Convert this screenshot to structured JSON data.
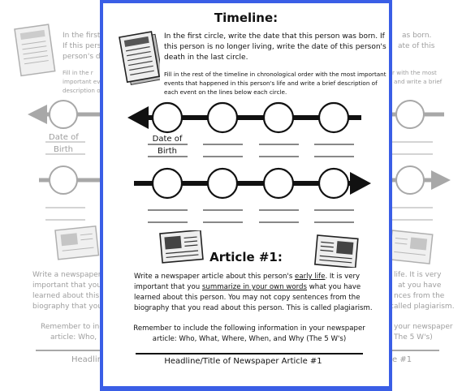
{
  "page": {
    "title": "Timeline:",
    "instructions": "In the first circle, write the date that this person was born.  If this person is no longer living, write the date of this person's death in the last circle.",
    "fill_in": "Fill in the rest of the timeline in chronological order with the most important events that happened in this person's life and write a brief description of each event on the lines below each circle.",
    "date_of_birth_line1": "Date of",
    "date_of_birth_line2": "Birth",
    "article_title": "Article #1:",
    "article_text_1": "Write a newspaper article about this person's ",
    "article_early_life": "early life",
    "article_text_2": ".  It is very important that you ",
    "article_summarize": "summarize in your own words",
    "article_text_3": " what you have learned about this person.  You may not copy sentences from the biography that you read about this person.   This is called plagiarism.",
    "remember": "Remember to include the following information in your newspaper article:  Who, What, Where, When, and Why (The 5 W's)",
    "headline": "Headline/Title of Newspaper Article #1"
  },
  "background_left": {
    "line1": "In the first",
    "line2": "If this person",
    "line3": "person's death",
    "fill1": "Fill in the r",
    "fill2": "important eve",
    "fill3": "description of",
    "date1": "Date of",
    "date2": "Birth",
    "art1": "Write a newspaper",
    "art2": "important that you",
    "art3": "learned about this",
    "art4": "biography that you",
    "rem1": "Remember to inc",
    "rem2": "article:  Who,",
    "head": "Headlin"
  },
  "background_right": {
    "line1": "as born.",
    "line2": "ate of this",
    "fill1": "r with the most",
    "fill2": "and write a brief",
    "art1": "life.  It is very",
    "art2": "at you have",
    "art3": "nces from the",
    "art4": "called plagiarism.",
    "rem1": "your newspaper",
    "rem2": "The 5 W's)",
    "head": "e #1"
  },
  "colors": {
    "frame_border": "#3a5ee6",
    "ink": "#111111"
  },
  "icons": {
    "newspaper_stack": "newspaper-stack-icon",
    "newspaper": "newspaper-icon"
  }
}
